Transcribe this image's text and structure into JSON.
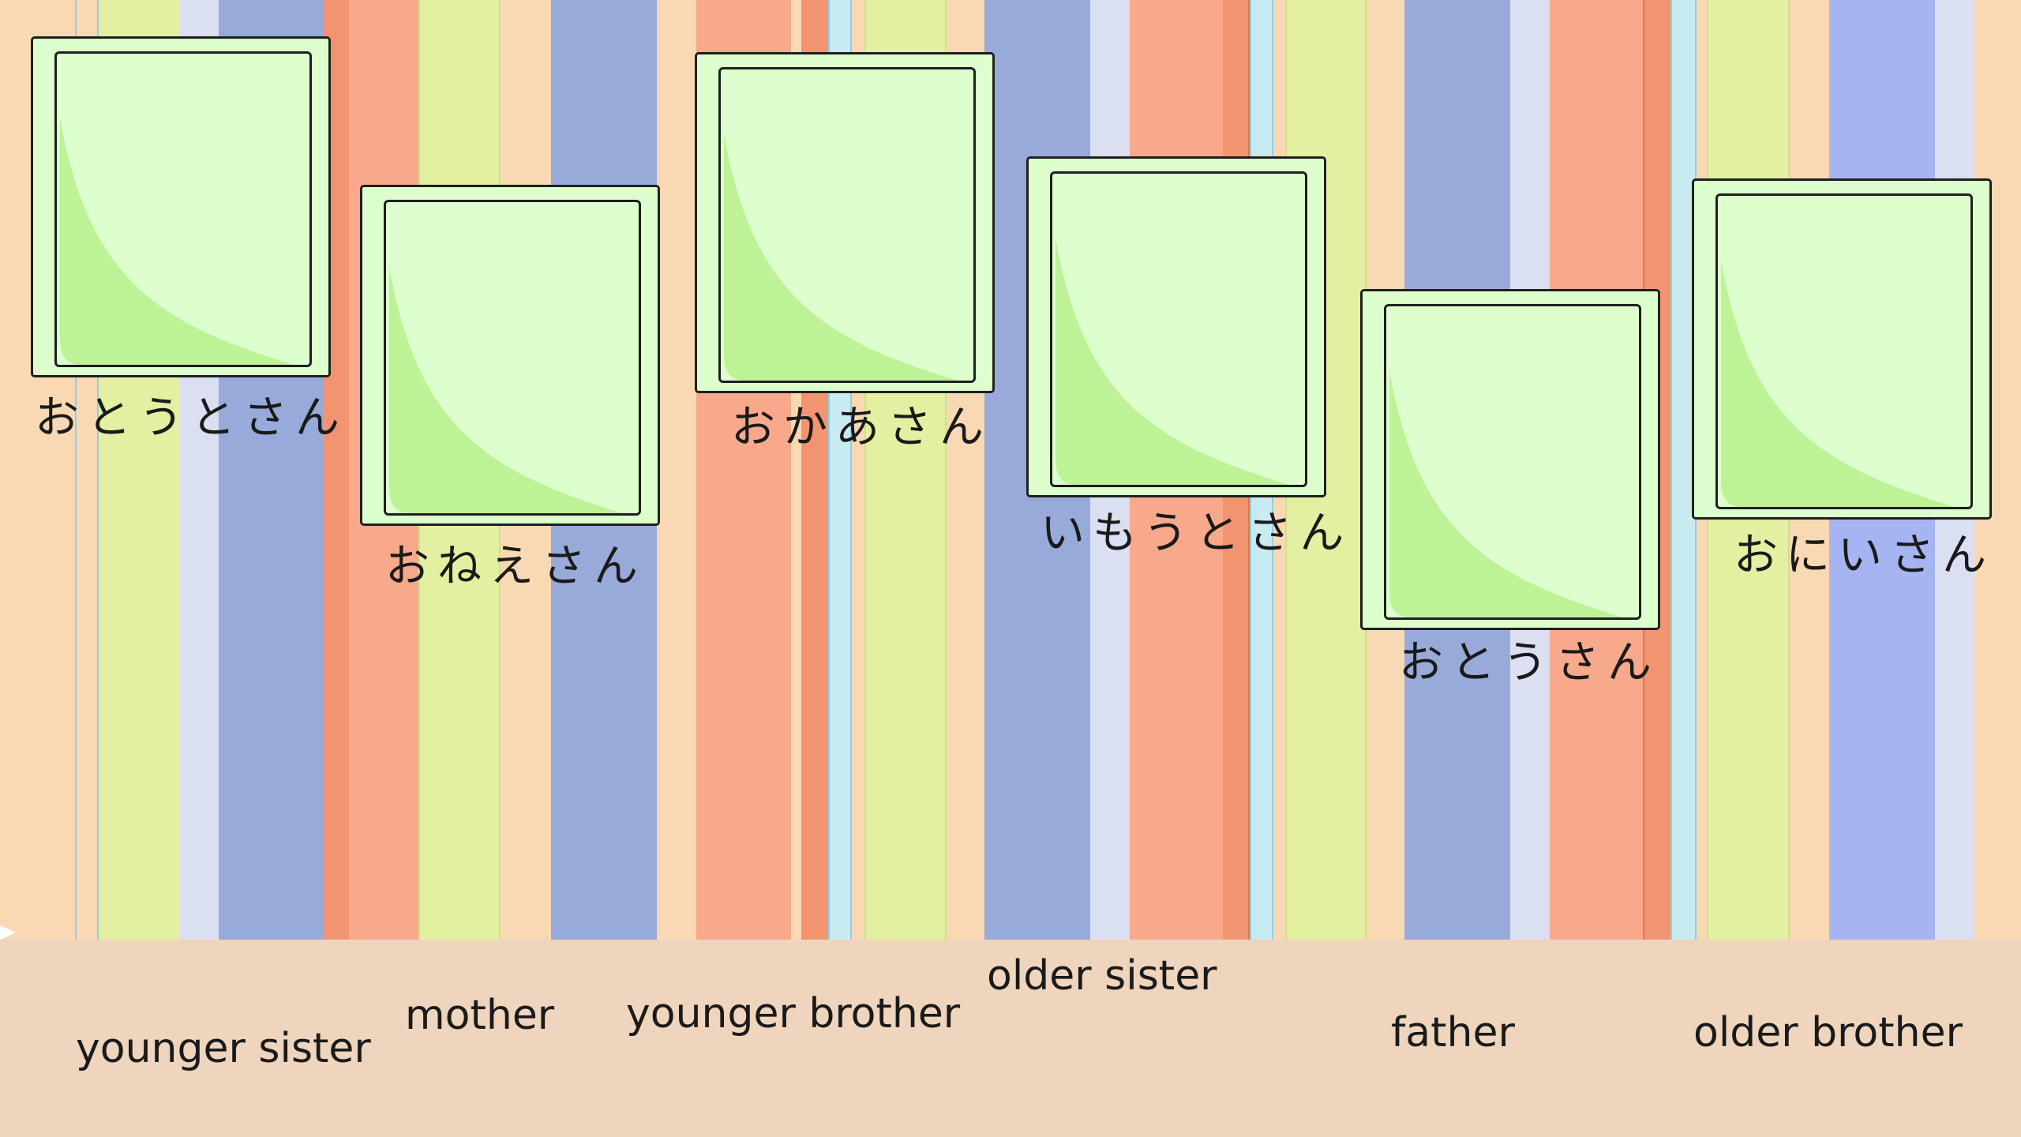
{
  "game": {
    "kana_cards": [
      {
        "id": "card-1",
        "kana": "おとうとさん"
      },
      {
        "id": "card-2",
        "kana": "おねえさん"
      },
      {
        "id": "card-3",
        "kana": "おかあさん"
      },
      {
        "id": "card-4",
        "kana": "いもうとさん"
      },
      {
        "id": "card-5",
        "kana": "おとうさん"
      },
      {
        "id": "card-6",
        "kana": "おにいさん"
      }
    ],
    "english_words": [
      "younger sister",
      "mother",
      "younger brother",
      "older sister",
      "father",
      "older brother"
    ]
  },
  "colors": {
    "background": "#f9d9b4",
    "floor": "#efd5bd",
    "card_fill": "#dcffcd",
    "card_shadow": "#bdf296",
    "card_border": "#1f1f1f",
    "stripe_peach": "#f9d9b4",
    "stripe_lime": "#e3f0a1",
    "stripe_lavender": "#dadff2",
    "stripe_slate_blue": "#98aad9",
    "stripe_periwinkle": "#a6b5f2",
    "stripe_salmon": "#f8a98b",
    "stripe_orange": "#f39470",
    "stripe_sky": "#c8ebf2"
  },
  "icons": {
    "pointer": "triangle-pointer-icon"
  }
}
